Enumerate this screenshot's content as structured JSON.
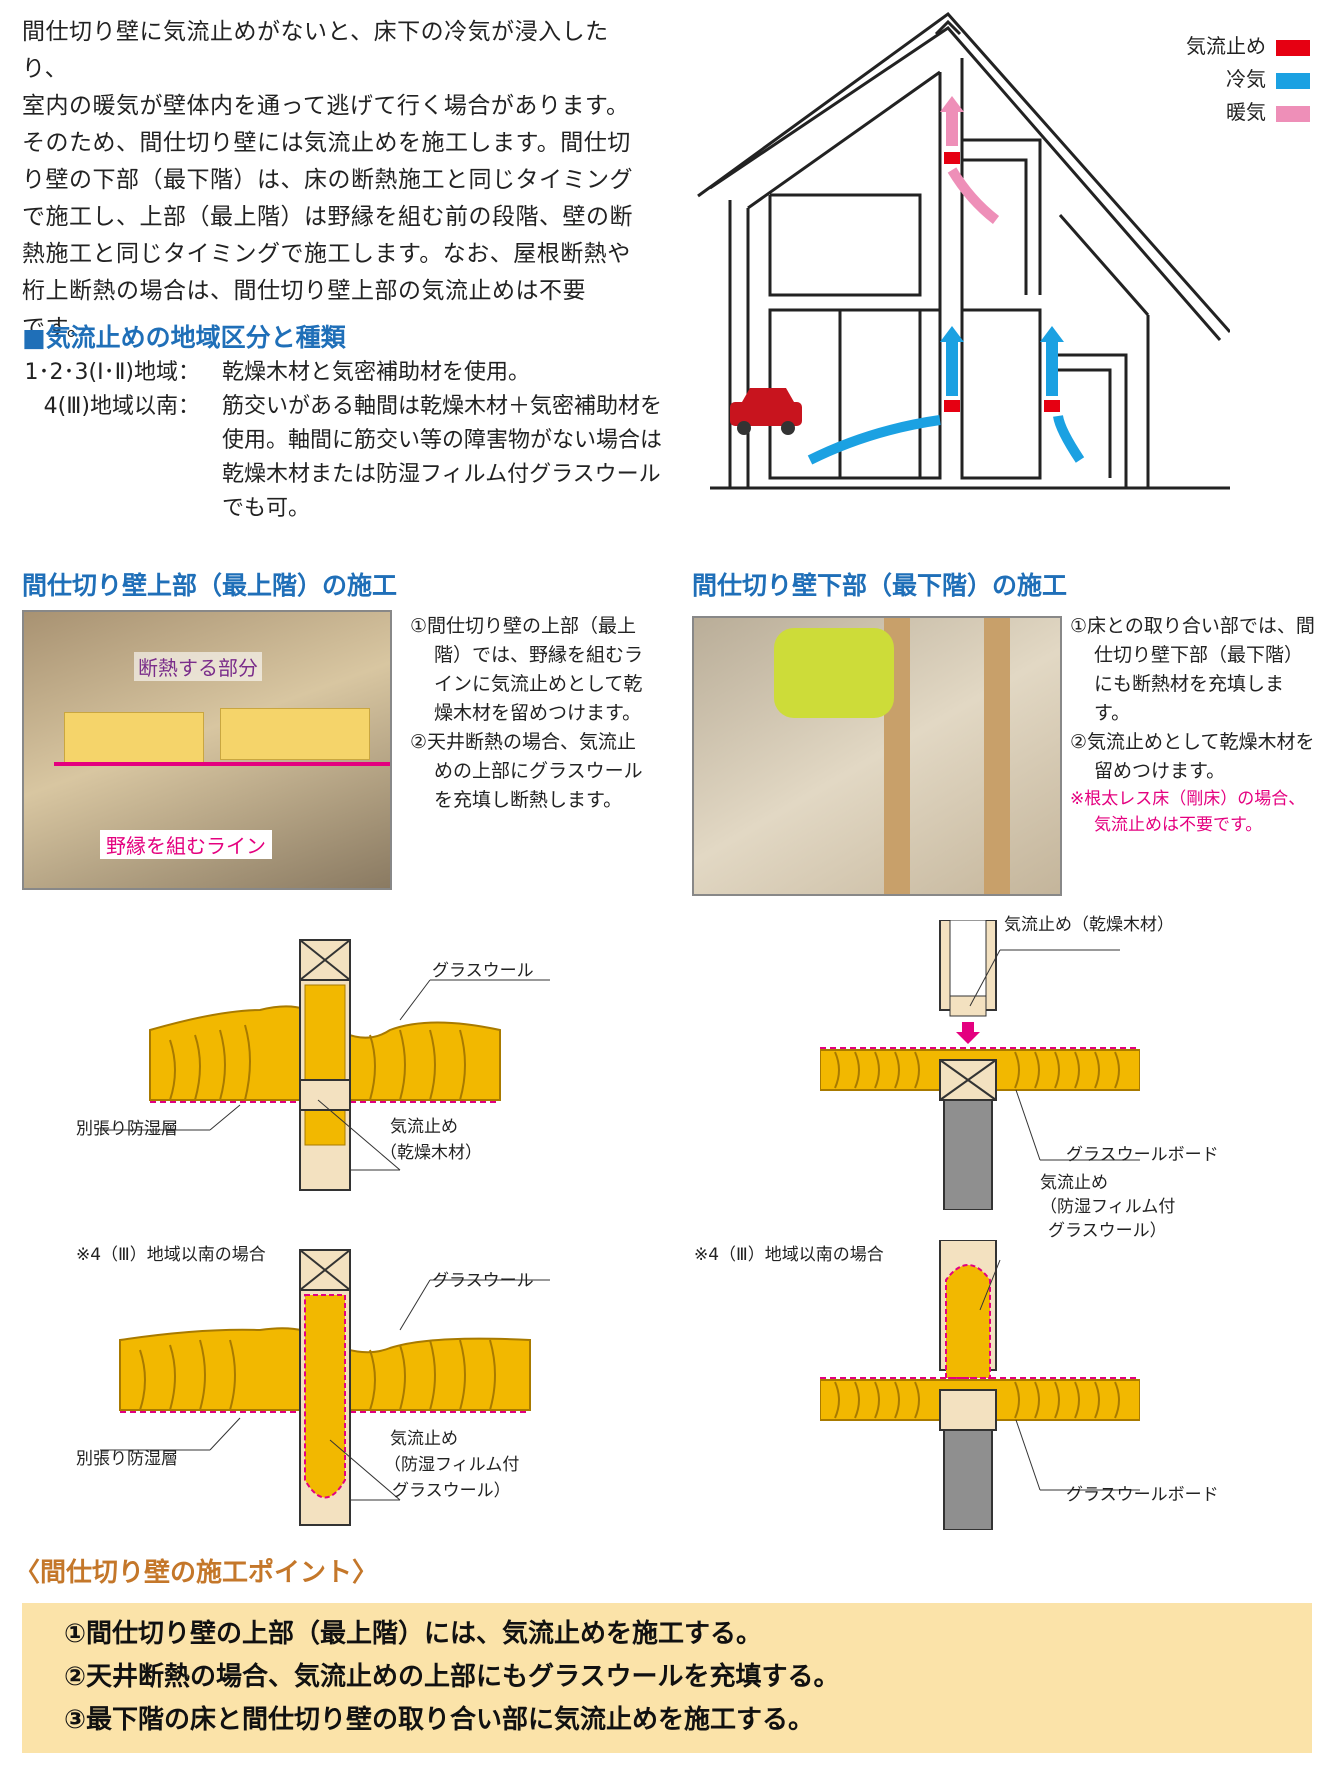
{
  "intro": [
    "間仕切り壁に気流止めがないと、床下の冷気が浸入したり、",
    "室内の暖気が壁体内を通って逃げて行く場合があります。",
    "そのため、間仕切り壁には気流止めを施工します。間仕切",
    "り壁の下部（最下階）は、床の断熱施工と同じタイミング",
    "で施工し、上部（最上階）は野縁を組む前の段階、壁の断",
    "熱施工と同じタイミングで施工します。なお、屋根断熱や",
    "桁上断熱の場合は、間仕切り壁上部の気流止めは不要",
    "です。"
  ],
  "legend": {
    "items": [
      {
        "label": "気流止め",
        "color": "#e60012"
      },
      {
        "label": "冷気",
        "color": "#1ba1e2"
      },
      {
        "label": "暖気",
        "color": "#ee8fb8"
      }
    ]
  },
  "regions": {
    "title": "■気流止めの地域区分と種類",
    "row1_label": "1･2･3(Ⅰ･Ⅱ)地域：",
    "row1_text": "乾燥木材と気密補助材を使用。",
    "row2_label": "4(Ⅲ)地域以南：",
    "row2_text": "筋交いがある軸間は乾燥木材＋気密補助材を使用。軸間に筋交い等の障害物がない場合は乾燥木材または防湿フィルム付グラスウールでも可。"
  },
  "upper": {
    "title": "間仕切り壁上部（最上階）の施工",
    "photo_label1": "断熱する部分",
    "photo_label2": "野縁を組むライン",
    "step1": "①間仕切り壁の上部（最上階）では、野縁を組むラインに気流止めとして乾燥木材を留めつけます。",
    "step2": "②天井断熱の場合、気流止めの上部にグラスウールを充填し断熱します。"
  },
  "lower": {
    "title": "間仕切り壁下部（最下階）の施工",
    "step1": "①床との取り合い部では、間仕切り壁下部（最下階）にも断熱材を充填します。",
    "step2": "②気流止めとして乾燥木材を留めつけます。",
    "note": "※根太レス床（剛床）の場合、気流止めは不要です。"
  },
  "diagrams": {
    "glasswool": "グラスウール",
    "vapor_layer": "別張り防湿層",
    "airstop_wood_1": "気流止め",
    "airstop_wood_2": "（乾燥木材）",
    "south_note": "※4（Ⅲ）地域以南の場合",
    "airstop_film_1": "気流止め",
    "airstop_film_2": "（防湿フィルム付",
    "airstop_film_3": "グラスウール）",
    "airstop_wood_inline": "気流止め（乾燥木材）",
    "glasswool_board": "グラスウールボード"
  },
  "points": {
    "title": "〈間仕切り壁の施工ポイント〉",
    "items": [
      "①間仕切り壁の上部（最上階）には、気流止めを施工する。",
      "②天井断熱の場合、気流止めの上部にもグラスウールを充填する。",
      "③最下階の床と間仕切り壁の取り合い部に気流止めを施工する。"
    ]
  }
}
